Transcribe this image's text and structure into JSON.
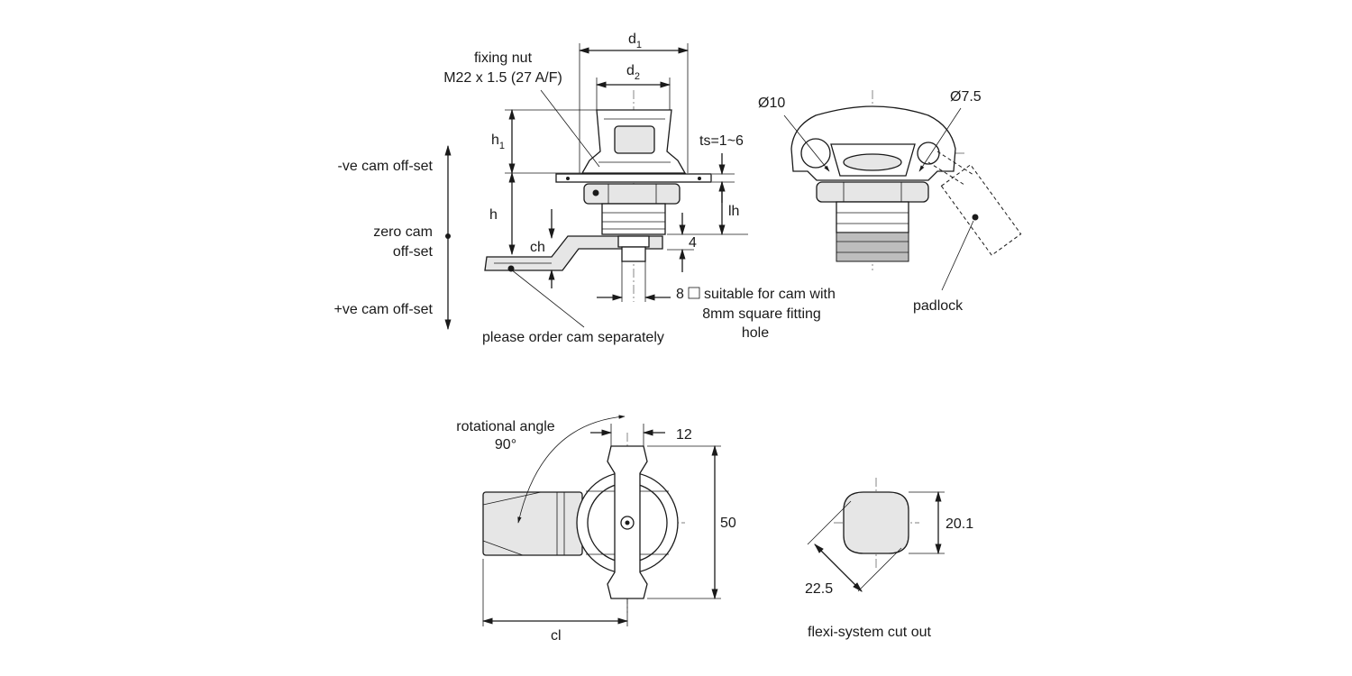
{
  "labels": {
    "d1": "d",
    "d1_sub": "1",
    "d2": "d",
    "d2_sub": "2",
    "fixing_nut_line1": "fixing nut",
    "fixing_nut_line2": "M22 x 1.5 (27 A/F)",
    "h1": "h",
    "h1_sub": "1",
    "h": "h",
    "ch": "ch",
    "ts": "ts=1~6",
    "lh": "lh",
    "four": "4",
    "neg_offset": "-ve cam off-set",
    "zero_offset_line1": "zero cam",
    "zero_offset_line2": "off-set",
    "pos_offset": "+ve cam off-set",
    "order_cam": "please order cam separately",
    "square_prefix": "8",
    "square_line1": "suitable for cam with",
    "square_line2": "8mm square fitting",
    "square_line3": "hole",
    "dia10": "Ø10",
    "dia75": "Ø7.5",
    "padlock": "padlock",
    "rot_line1": "rotational angle",
    "rot_line2": "90°",
    "dim12": "12",
    "dim50": "50",
    "cl": "cl",
    "dim201": "20.1",
    "dim225": "22.5",
    "cutout": "flexi-system cut out"
  }
}
